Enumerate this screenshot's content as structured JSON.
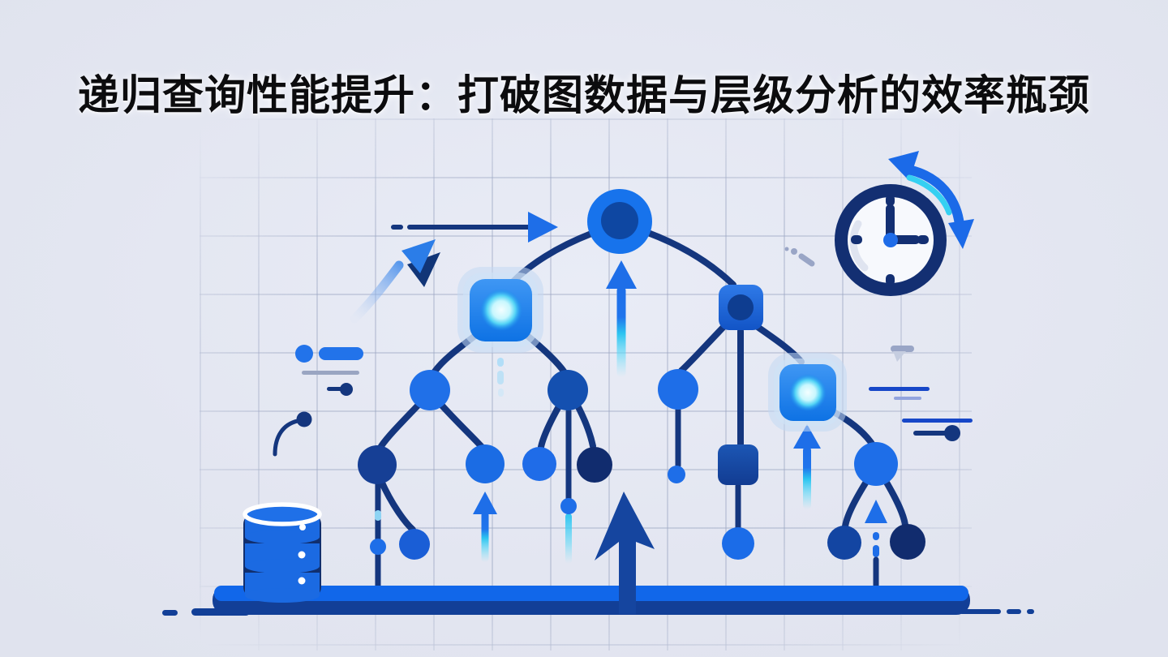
{
  "page": {
    "title": "递归查询性能提升：打破图数据与层级分析的效率瓶颈"
  },
  "illustration": {
    "description": "Blue hierarchical tree / graph diagram on faint grid background, flanked by database icon, clock with rotation arrow, growth arrows and speed lines",
    "icons": [
      "tree-root-node-icon",
      "glowing-square-node-icon",
      "square-node-icon",
      "circle-node-icon",
      "database-icon",
      "clock-icon",
      "rotate-arrow-icon",
      "growth-arrow-icon",
      "up-arrow-icon",
      "right-arrow-icon",
      "ground-bar",
      "speed-lines"
    ],
    "colors": {
      "background": "#e3e6f1",
      "grid_line": "#c9cfdf",
      "bright_blue": "#1e6ee8",
      "medium_blue": "#1450b0",
      "dark_navy": "#14367e",
      "deep_navy": "#112c6e",
      "bar_top": "#1167ea",
      "bar_bottom": "#123f97",
      "cyan": "#2ec8f0",
      "glow": "#d9fbff",
      "gray_accent": "#99a5c6",
      "title_text": "#0c0c0e"
    }
  }
}
